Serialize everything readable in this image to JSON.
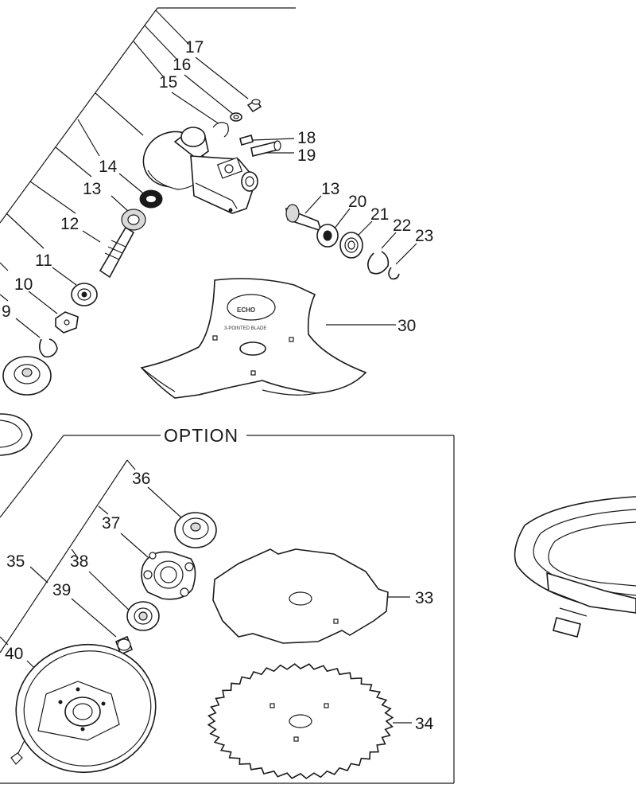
{
  "diagram": {
    "option_label": "OPTION",
    "blade_logo_text": "ECHO",
    "blade_caption": "3-POINTED BLADE",
    "callouts": [
      {
        "id": "c17",
        "label": "17"
      },
      {
        "id": "c16",
        "label": "16"
      },
      {
        "id": "c15",
        "label": "15"
      },
      {
        "id": "c18",
        "label": "18"
      },
      {
        "id": "c19",
        "label": "19"
      },
      {
        "id": "c14",
        "label": "14"
      },
      {
        "id": "c13a",
        "label": "13"
      },
      {
        "id": "c13b",
        "label": "13"
      },
      {
        "id": "c20",
        "label": "20"
      },
      {
        "id": "c21",
        "label": "21"
      },
      {
        "id": "c22",
        "label": "22"
      },
      {
        "id": "c23",
        "label": "23"
      },
      {
        "id": "c12",
        "label": "12"
      },
      {
        "id": "c11",
        "label": "11"
      },
      {
        "id": "c10",
        "label": "10"
      },
      {
        "id": "c9",
        "label": "9"
      },
      {
        "id": "c30",
        "label": "30"
      },
      {
        "id": "c36",
        "label": "36"
      },
      {
        "id": "c37",
        "label": "37"
      },
      {
        "id": "c38",
        "label": "38"
      },
      {
        "id": "c35",
        "label": "35"
      },
      {
        "id": "c39",
        "label": "39"
      },
      {
        "id": "c40",
        "label": "40"
      },
      {
        "id": "c33",
        "label": "33"
      },
      {
        "id": "c34",
        "label": "34"
      }
    ]
  }
}
